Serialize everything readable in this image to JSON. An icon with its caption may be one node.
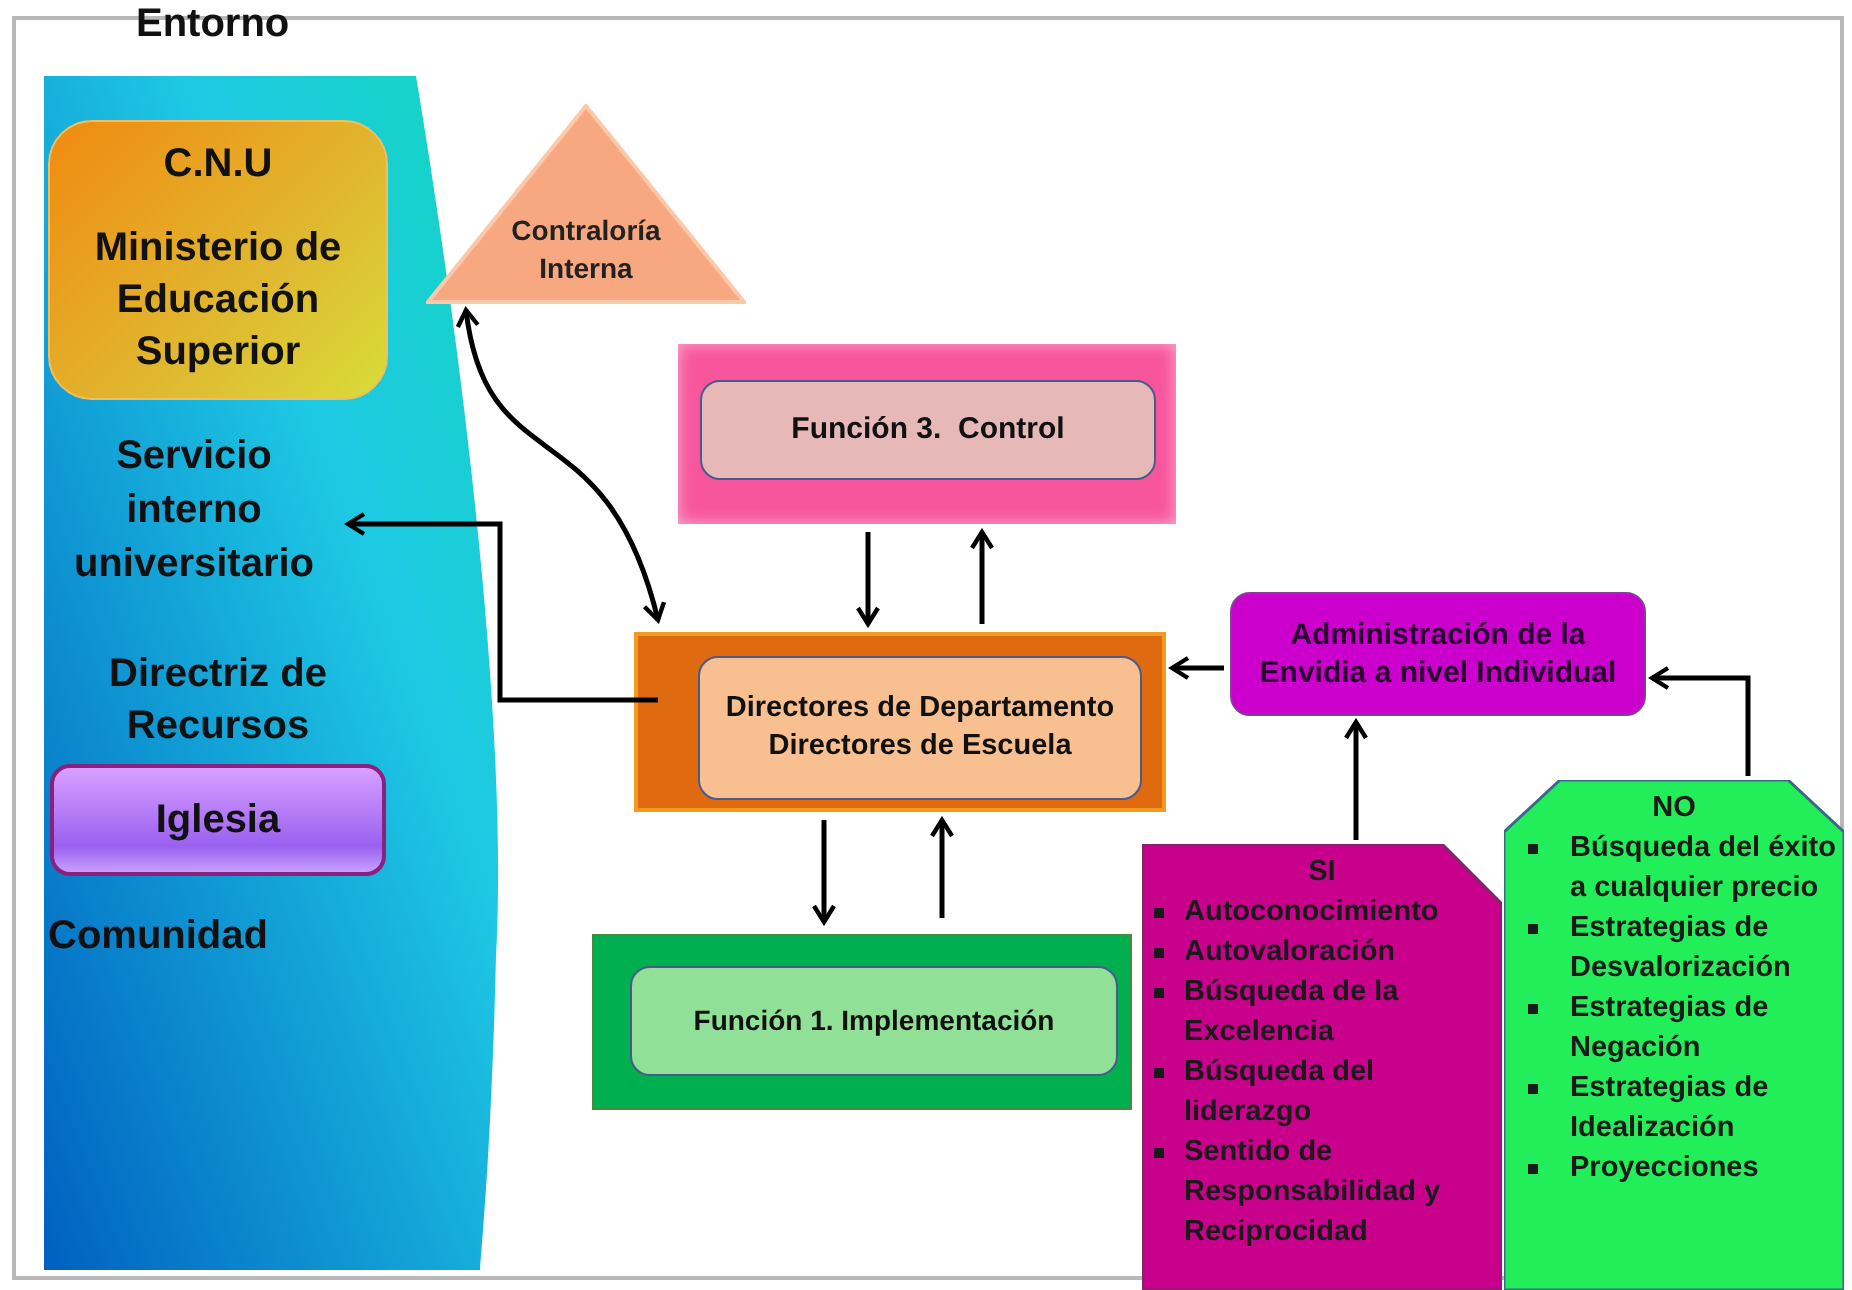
{
  "diagram": {
    "nodes": [
      {
        "text": [
          "Entorno"
        ]
      },
      {
        "text": [
          "C.N.U",
          "Ministerio de Educación Superior"
        ],
        "in": 0
      },
      {
        "text": [
          "Servicio interno universitario"
        ],
        "in": 0
      },
      {
        "text": [
          "Iglesia"
        ],
        "in": 0
      },
      {
        "text": [
          "Contraloría Interna"
        ]
      },
      {
        "text": [
          "Función 3.  Control"
        ]
      },
      {
        "text": [
          "Directores de Departamento Directores de Escuela"
        ]
      },
      {
        "text": [
          "Función 1. Implementación"
        ]
      },
      {
        "text": [
          "Administración de la Envidia a nivel Individual"
        ]
      },
      {
        "text": [
          "SI",
          "Autoconocimiento",
          "Autovaloración",
          "Búsqueda de la Excelencia",
          "Búsqueda del liderazgo",
          "Sentido de Responsabilidad y Reciprocidad"
        ]
      },
      {
        "text": [
          "NO",
          "Búsqueda del éxito a cualquier precio",
          "Estrategias de Desvalorización",
          "Estrategias de Negación",
          "Estrategias de Idealización",
          "Proyecciones"
        ]
      }
    ],
    "edges": [
      {
        "from": 6,
        "to": 2,
        "arrow": "to"
      },
      {
        "from": 4,
        "to": 6,
        "arrow": "both"
      },
      {
        "from": 5,
        "to": 6,
        "arrow": "to"
      },
      {
        "from": 6,
        "to": 5,
        "arrow": "to"
      },
      {
        "from": 6,
        "to": 7,
        "arrow": "to"
      },
      {
        "from": 7,
        "to": 6,
        "arrow": "to"
      },
      {
        "from": 8,
        "to": 6,
        "arrow": "to"
      },
      {
        "from": 9,
        "to": 8,
        "arrow": "to"
      },
      {
        "from": 10,
        "to": 8,
        "arrow": "to"
      }
    ],
    "labels": [
      "Directriz de Recursos",
      "Comunidad"
    ]
  }
}
